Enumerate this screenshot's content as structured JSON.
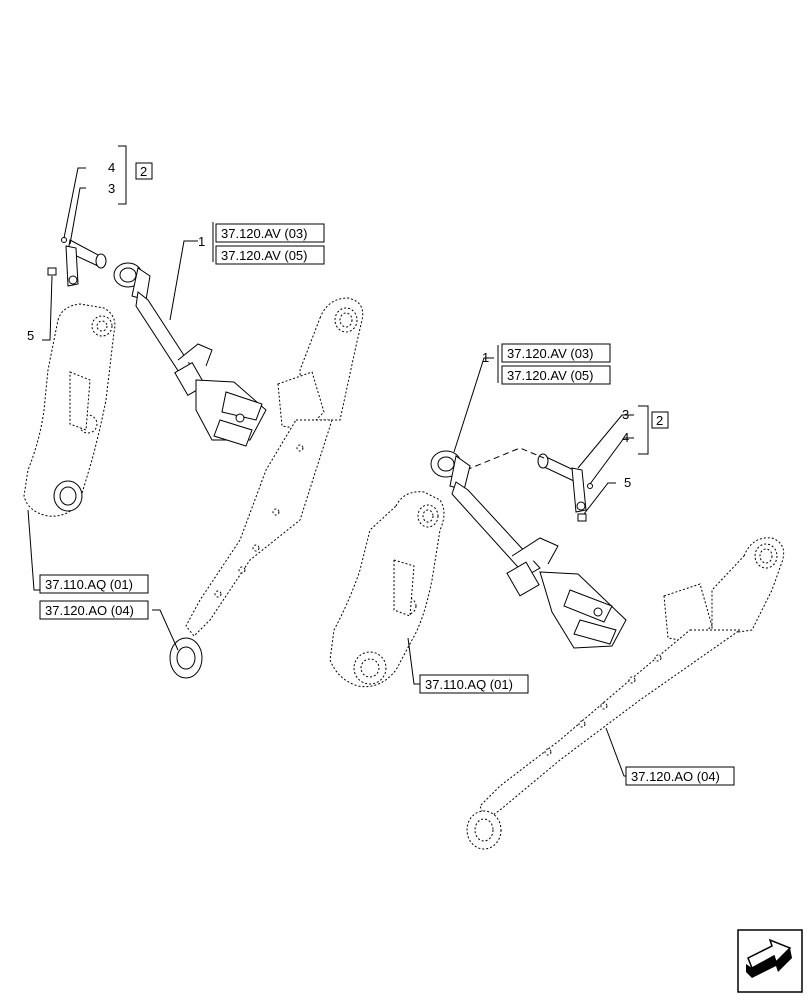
{
  "callouts": {
    "left": {
      "n1": "1",
      "n3": "3",
      "n4": "4",
      "n5": "5"
    },
    "right": {
      "n1": "1",
      "n3": "3",
      "n4": "4",
      "n5": "5"
    }
  },
  "kit_box": {
    "left": "2",
    "right": "2"
  },
  "refs": {
    "left_av03": "37.120.AV (03)",
    "left_av05": "37.120.AV (05)",
    "left_aq01": "37.110.AQ (01)",
    "left_ao04": "37.120.AO (04)",
    "right_av03": "37.120.AV (03)",
    "right_av05": "37.120.AV (05)",
    "right_aq01": "37.110.AQ (01)",
    "right_ao04": "37.120.AO (04)"
  },
  "nav_icon": "arrow-navigation-icon"
}
